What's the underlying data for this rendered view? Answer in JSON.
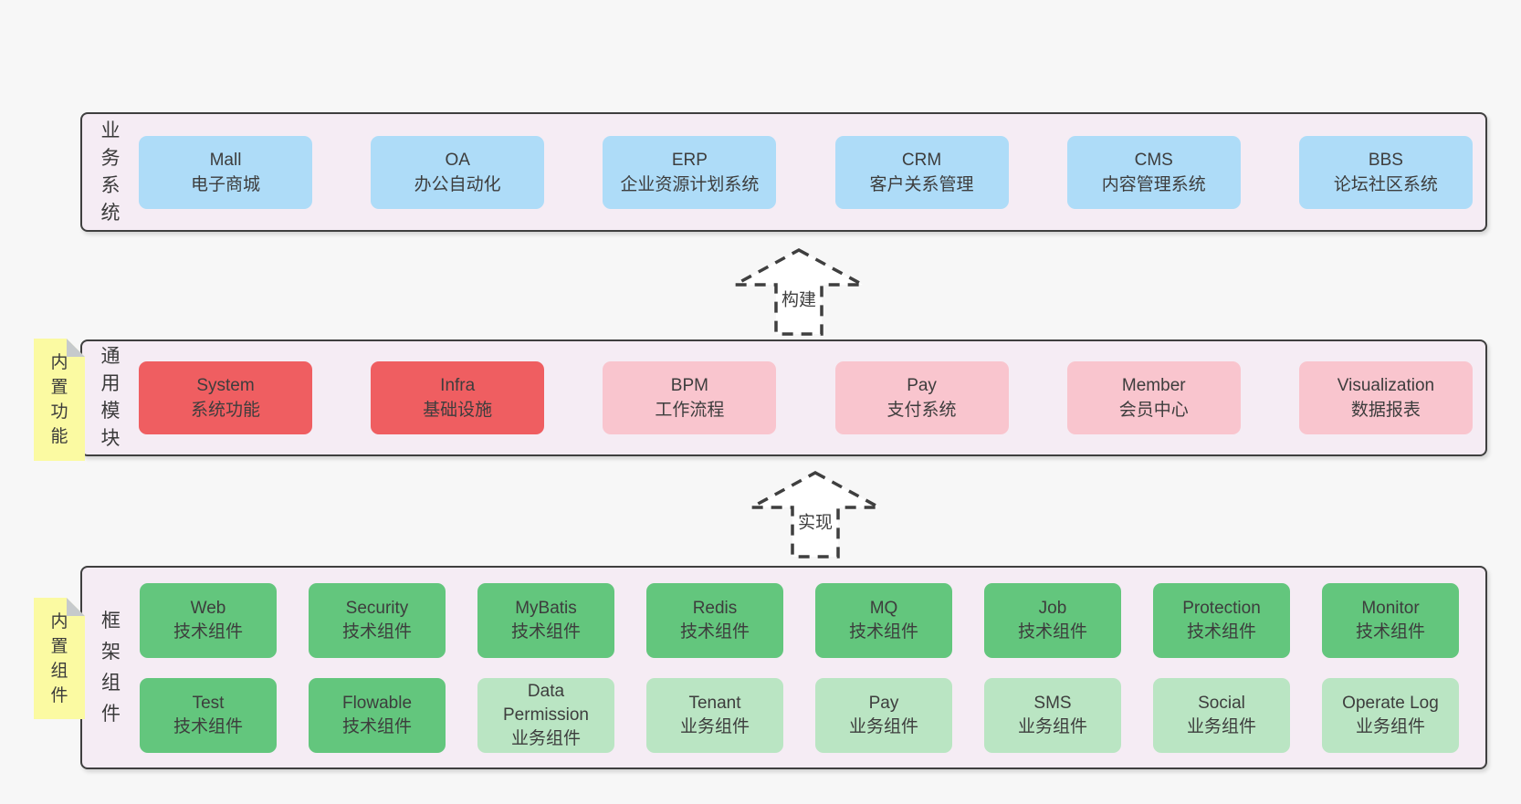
{
  "diagram": {
    "background": "#f7f7f7",
    "band_background": "#f5ecf4",
    "border_color": "#3f3f3f",
    "text_color": "#3d3d3d"
  },
  "colors": {
    "blue_box": "#aedcf8",
    "red_box": "#ef5e61",
    "pink_box": "#f9c5ce",
    "green_box": "#63c67d",
    "light_green_box": "#bae5c3",
    "note_yellow": "#fbfaa2",
    "note_fold_gray": "#c6cacc"
  },
  "bands": [
    {
      "label": "业务系统",
      "boxes": [
        {
          "name": "Mall",
          "desc": "电子商城"
        },
        {
          "name": "OA",
          "desc": "办公自动化"
        },
        {
          "name": "ERP",
          "desc": "企业资源计划系统"
        },
        {
          "name": "CRM",
          "desc": "客户关系管理"
        },
        {
          "name": "CMS",
          "desc": "内容管理系统"
        },
        {
          "name": "BBS",
          "desc": "论坛社区系统"
        }
      ]
    },
    {
      "label": "通用模块",
      "note": "内置功能",
      "boxes": [
        {
          "name": "System",
          "desc": "系统功能"
        },
        {
          "name": "Infra",
          "desc": "基础设施"
        },
        {
          "name": "BPM",
          "desc": "工作流程"
        },
        {
          "name": "Pay",
          "desc": "支付系统"
        },
        {
          "name": "Member",
          "desc": "会员中心"
        },
        {
          "name": "Visualization",
          "desc": "数据报表"
        }
      ]
    },
    {
      "label": "框架组件",
      "note": "内置组件",
      "rows": [
        [
          {
            "name": "Web",
            "desc": "技术组件"
          },
          {
            "name": "Security",
            "desc": "技术组件"
          },
          {
            "name": "MyBatis",
            "desc": "技术组件"
          },
          {
            "name": "Redis",
            "desc": "技术组件"
          },
          {
            "name": "MQ",
            "desc": "技术组件"
          },
          {
            "name": "Job",
            "desc": "技术组件"
          },
          {
            "name": "Protection",
            "desc": "技术组件"
          },
          {
            "name": "Monitor",
            "desc": "技术组件"
          }
        ],
        [
          {
            "name": "Test",
            "desc": "技术组件"
          },
          {
            "name": "Flowable",
            "desc": "技术组件"
          },
          {
            "name": "Data Permission",
            "desc": "业务组件"
          },
          {
            "name": "Tenant",
            "desc": "业务组件"
          },
          {
            "name": "Pay",
            "desc": "业务组件"
          },
          {
            "name": "SMS",
            "desc": "业务组件"
          },
          {
            "name": "Social",
            "desc": "业务组件"
          },
          {
            "name": "Operate Log",
            "desc": "业务组件"
          }
        ]
      ]
    }
  ],
  "arrows": [
    {
      "label": "构建"
    },
    {
      "label": "实现"
    }
  ]
}
